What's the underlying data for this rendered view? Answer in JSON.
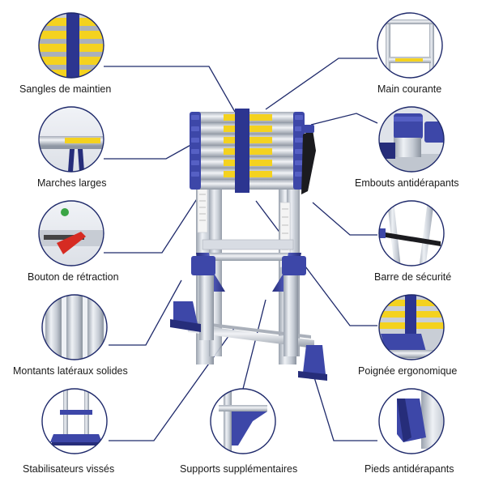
{
  "features": {
    "left": [
      {
        "label": "Sangles de maintien"
      },
      {
        "label": "Marches larges"
      },
      {
        "label": "Bouton de rétraction"
      },
      {
        "label": "Montants latéraux solides"
      },
      {
        "label": "Stabilisateurs vissés"
      }
    ],
    "right": [
      {
        "label": "Main courante"
      },
      {
        "label": "Embouts antidérapants"
      },
      {
        "label": "Barre de sécurité"
      },
      {
        "label": "Poignée ergonomique"
      },
      {
        "label": "Pieds antidérapants"
      }
    ],
    "bottom": {
      "label": "Supports supplémentaires"
    }
  },
  "colors": {
    "connector": "#1f2a6b",
    "circle_border": "#1f2a6b",
    "ladder_blue": "#3d47a8",
    "ladder_blue_dark": "#262d7a",
    "aluminium": "#c9ced6",
    "aluminium_dark": "#8e96a3",
    "sticker_yellow": "#f4d21f"
  }
}
